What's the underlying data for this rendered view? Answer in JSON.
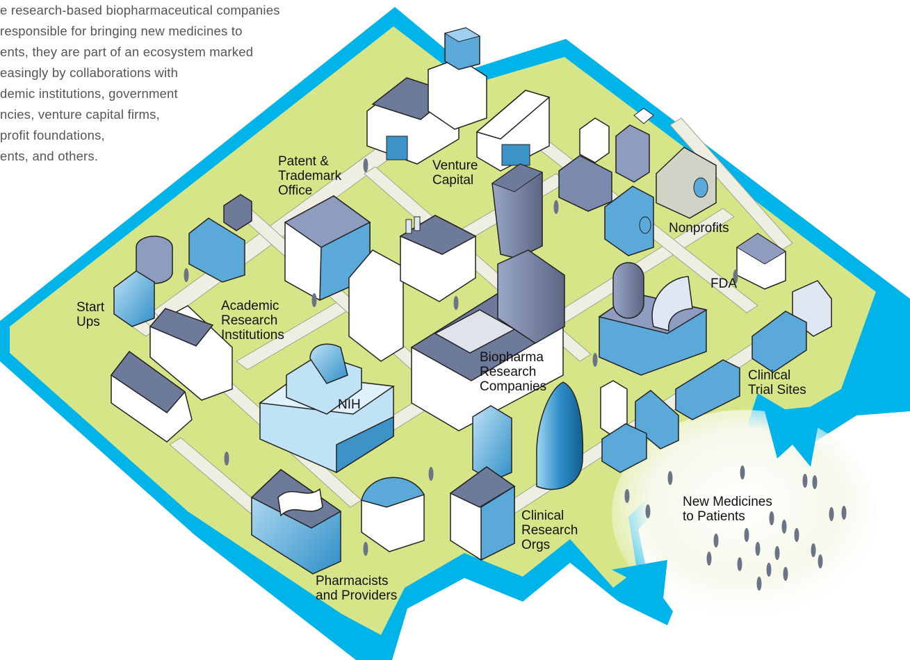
{
  "intro_lines": [
    "e research-based biopharmaceutical companies",
    "responsible for bringing new medicines to",
    "ents, they are part of an ecosystem marked",
    "easingly by collaborations with",
    "demic institutions, government",
    "ncies, venture capital firms,",
    "profit foundations,",
    "ents, and others."
  ],
  "labels": {
    "patent": [
      "Patent &",
      "Trademark",
      "Office"
    ],
    "venture": [
      "Venture",
      "Capital"
    ],
    "nonprofits": [
      "Nonprofits"
    ],
    "fda": [
      "FDA"
    ],
    "startups": [
      "Start",
      "Ups"
    ],
    "academic": [
      "Academic",
      "Research",
      "Institutions"
    ],
    "nih": [
      "NIH"
    ],
    "biopharma": [
      "Biopharma",
      "Research",
      "Companies"
    ],
    "clinical_trial": [
      "Clinical",
      "Trial Sites"
    ],
    "cro": [
      "Clinical",
      "Research",
      "Orgs"
    ],
    "pharmacists": [
      "Pharmacists",
      "and Providers"
    ],
    "new_medicines": [
      "New Medicines",
      "to Patients"
    ]
  },
  "colors": {
    "frame": "#00b3e8",
    "ground": "#d6e587",
    "road": "#eeeee2",
    "building_face": "#ffffff",
    "building_roof": "#6e7a9a",
    "building_blue": "#5aa9d8",
    "person": "#6b7486"
  }
}
